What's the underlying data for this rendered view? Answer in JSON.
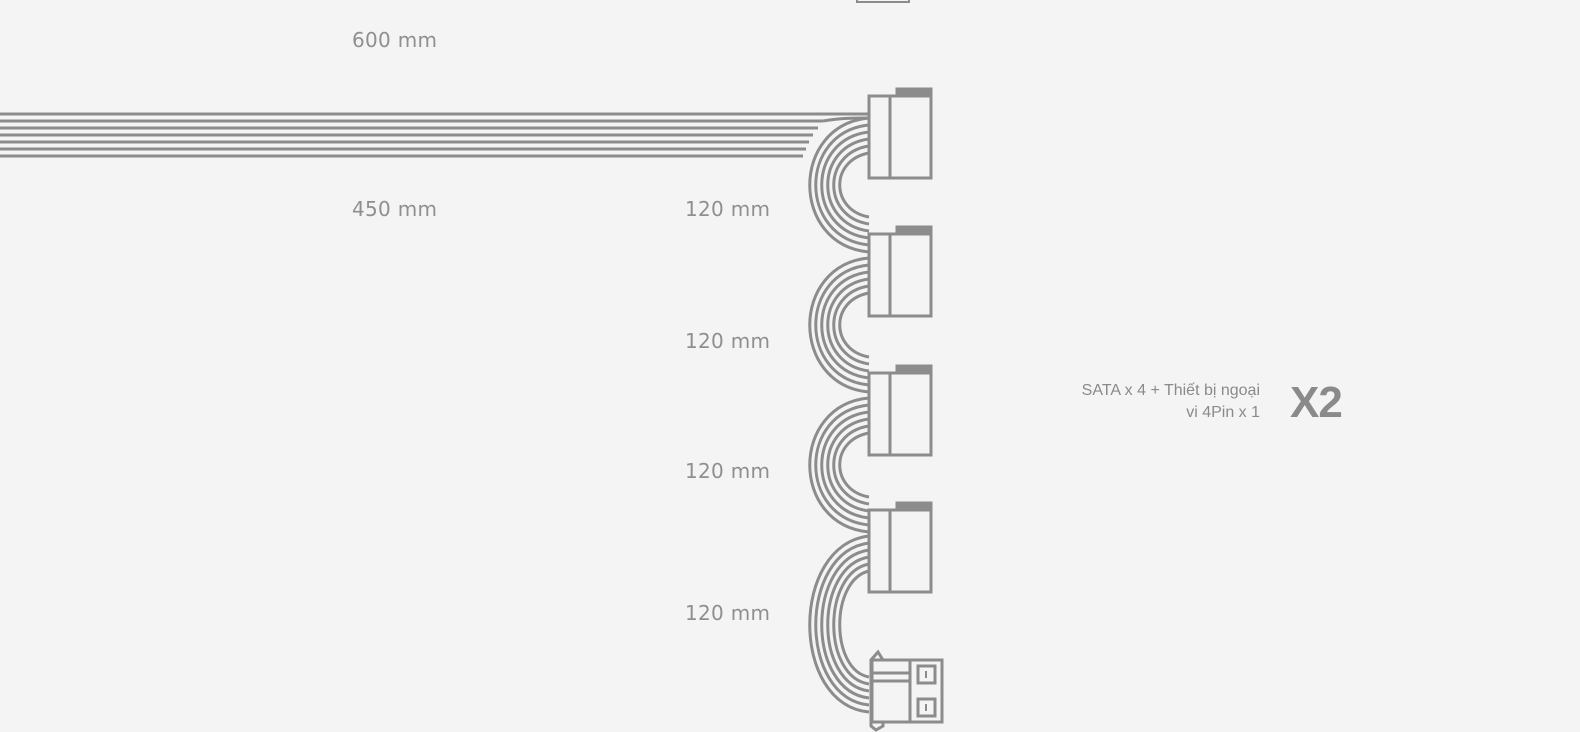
{
  "dimensions": {
    "main_upper": "600 mm",
    "main_lower": "450 mm",
    "segments": [
      "120 mm",
      "120 mm",
      "120 mm",
      "120 mm"
    ]
  },
  "connectors": [
    "sata-connector-icon",
    "sata-connector-icon",
    "sata-connector-icon",
    "sata-connector-icon",
    "molex-4pin-connector-icon"
  ],
  "description": {
    "line1": "SATA x 4 + Thiết bị ngoại",
    "line2": "vi 4Pin x 1"
  },
  "multiplier": "X2",
  "colors": {
    "background": "#f4f4f4",
    "line": "#8c8c8c",
    "text": "#8f8f8f"
  }
}
